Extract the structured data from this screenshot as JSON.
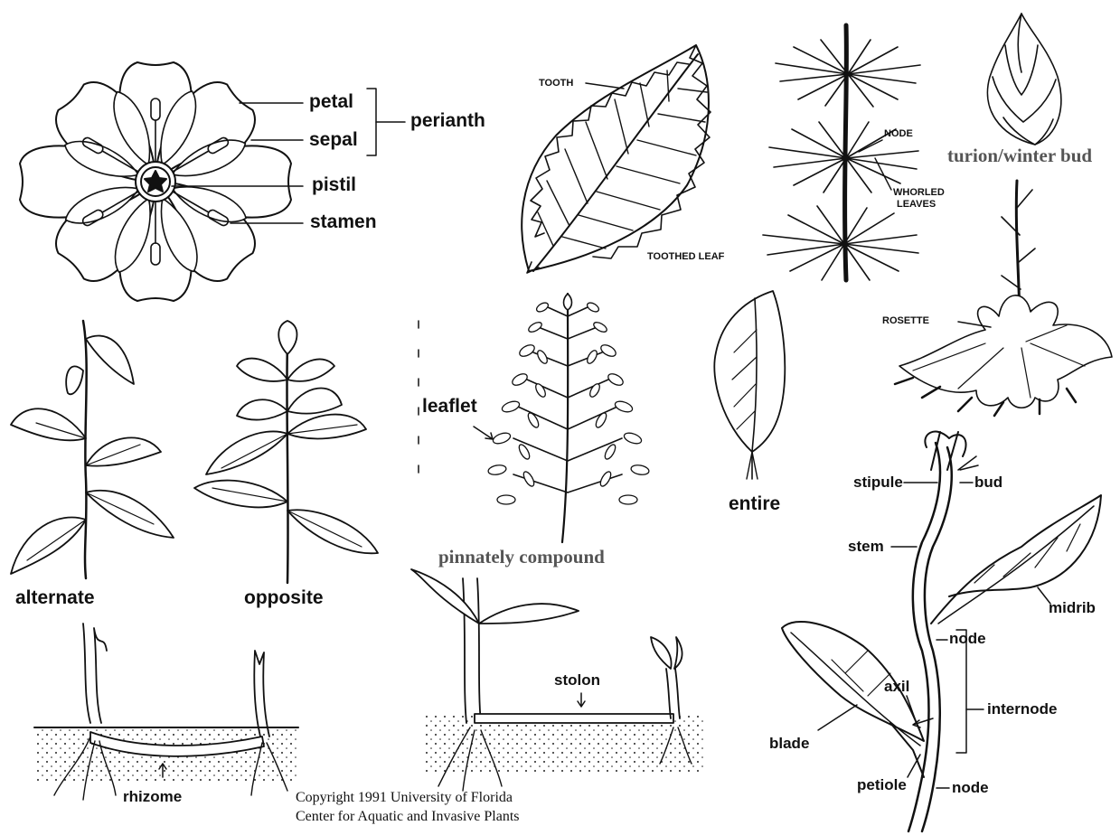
{
  "flower": {
    "petal": "petal",
    "sepal": "sepal",
    "perianth": "perianth",
    "pistil": "pistil",
    "stamen": "stamen"
  },
  "toothed_leaf": {
    "tooth": "TOOTH",
    "caption": "TOOTHED LEAF"
  },
  "whorled": {
    "node": "NODE",
    "whorled_leaves_line1": "WHORLED",
    "whorled_leaves_line2": "LEAVES"
  },
  "turion": {
    "caption": "turion/winter bud"
  },
  "rosette": {
    "label": "ROSETTE"
  },
  "arrangement": {
    "alternate": "alternate",
    "opposite": "opposite"
  },
  "compound": {
    "leaflet": "leaflet",
    "caption": "pinnately compound"
  },
  "entire": {
    "caption": "entire"
  },
  "stem_parts": {
    "stipule": "stipule",
    "bud": "bud",
    "stem": "stem",
    "midrib": "midrib",
    "node_upper": "node",
    "axil": "axil",
    "internode": "internode",
    "blade": "blade",
    "petiole": "petiole",
    "node_lower": "node"
  },
  "rhizome": {
    "label": "rhizome"
  },
  "stolon": {
    "label": "stolon"
  },
  "copyright": {
    "line1": "Copyright 1991 University of Florida",
    "line2": "Center for Aquatic and Invasive Plants"
  }
}
